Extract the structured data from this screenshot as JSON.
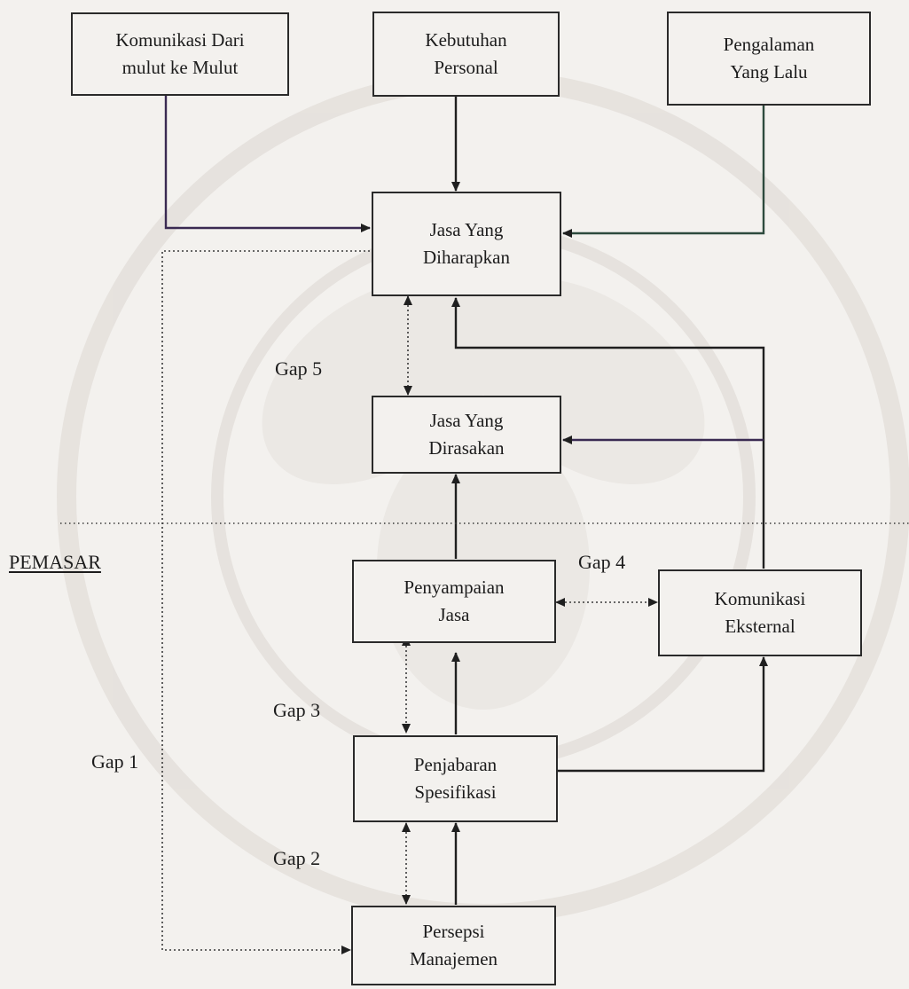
{
  "colors": {
    "background": "#f3f1ee",
    "line": "#1f1f1f",
    "line_purple": "#3a2a52",
    "line_green": "#2d4a3d",
    "watermark": "#dcd7d1"
  },
  "boxes": {
    "komunikasi_mulut": {
      "line1": "Komunikasi Dari",
      "line2": "mulut ke Mulut"
    },
    "kebutuhan_personal": {
      "line1": "Kebutuhan",
      "line2": "Personal"
    },
    "pengalaman_lalu": {
      "line1": "Pengalaman",
      "line2": "Yang Lalu"
    },
    "jasa_diharapkan": {
      "line1": "Jasa Yang",
      "line2": "Diharapkan"
    },
    "jasa_dirasakan": {
      "line1": "Jasa Yang",
      "line2": "Dirasakan"
    },
    "penyampaian_jasa": {
      "line1": "Penyampaian",
      "line2": "Jasa"
    },
    "komunikasi_eksternal": {
      "line1": "Komunikasi",
      "line2": "Eksternal"
    },
    "penjabaran_spesifikasi": {
      "line1": "Penjabaran",
      "line2": "Spesifikasi"
    },
    "persepsi_manajemen": {
      "line1": "Persepsi",
      "line2": "Manajemen"
    }
  },
  "labels": {
    "gap1": "Gap 1",
    "gap2": "Gap 2",
    "gap3": "Gap 3",
    "gap4": "Gap 4",
    "gap5": "Gap 5",
    "pemasar": "PEMASAR"
  }
}
